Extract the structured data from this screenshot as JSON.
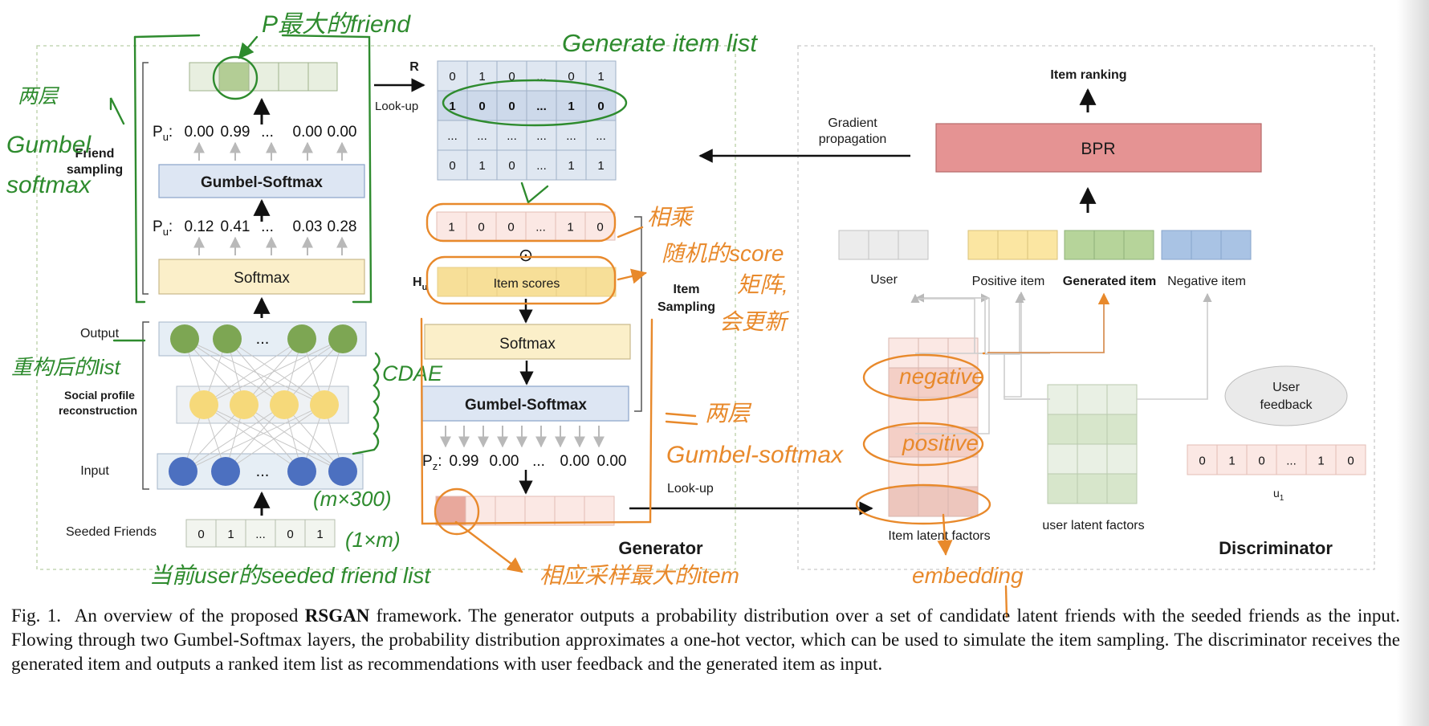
{
  "figure": {
    "generator": {
      "title": "Generator",
      "friend_sampling": "Friend\nsampling",
      "gumbel_softmax_1": "Gumbel-Softmax",
      "softmax_1": "Softmax",
      "pu_label": "P",
      "pu_sub": "u",
      "pu_top_values": [
        "0.00",
        "0.99",
        "...",
        "0.00",
        "0.00"
      ],
      "pu_bottom_values": [
        "0.12",
        "0.41",
        "...",
        "0.03",
        "0.28"
      ],
      "output_label": "Output",
      "reconstruction_label": "Social profile\nreconstruction",
      "input_label": "Input",
      "seeded_label": "Seeded Friends",
      "seeded_values": [
        "0",
        "1",
        "...",
        "0",
        "1"
      ],
      "r_label": "R",
      "lookup_label": "Look-up",
      "r_rows": [
        [
          "0",
          "1",
          "0",
          "...",
          "0",
          "1"
        ],
        [
          "1",
          "0",
          "0",
          "...",
          "1",
          "0"
        ],
        [
          "...",
          "...",
          "...",
          "...",
          "...",
          "..."
        ],
        [
          "0",
          "1",
          "0",
          "...",
          "1",
          "1"
        ]
      ],
      "masked_row": [
        "1",
        "0",
        "0",
        "...",
        "1",
        "0"
      ],
      "odot": "⊙",
      "hu_label": "H",
      "hu_sub": "u",
      "item_scores": "Item scores",
      "item_sampling": "Item\nSampling",
      "softmax_2": "Softmax",
      "gumbel_softmax_2": "Gumbel-Softmax",
      "pz_label": "P",
      "pz_sub": "z",
      "pz_values": [
        "0.99",
        "0.00",
        "...",
        "0.00",
        "0.00"
      ],
      "lookup2_label": "Look-up"
    },
    "discriminator": {
      "title": "Discriminator",
      "gradient": "Gradient\npropagation",
      "item_ranking": "Item ranking",
      "bpr": "BPR",
      "user": "User",
      "positive_item": "Positive item",
      "generated_item": "Generated item",
      "negative_item": "Negative item",
      "item_latent": "Item latent factors",
      "user_latent": "user latent factors",
      "user_feedback": "User\nfeedback",
      "feedback_values": [
        "0",
        "1",
        "0",
        "...",
        "1",
        "0"
      ],
      "u_label": "u",
      "u_sub": "1"
    },
    "annotations_green": {
      "p_max": "P最大的friend",
      "gumbel_twice": "两层\nGumbel\nsoftmax",
      "generate_item_list": "Generate item list",
      "rebuilt_list": "重构后的list",
      "cdae": "CDAE",
      "m300": "(m×300)",
      "m1": "(1×m)",
      "seeded_list": "当前user的seeded friend list"
    },
    "annotations_orange": {
      "multiply": "相乘",
      "score_matrix": "随机的score\n矩阵,\n会更新",
      "gumbel_twice": "两层\nGumbel-softmax",
      "negative": "negative",
      "positive": "positive",
      "embedding": "embedding",
      "sample_max": "相应采样最大的item"
    },
    "colors": {
      "green_ink": "#2e8b2e",
      "orange_ink": "#e8892b",
      "bpr_fill": "#e59393",
      "softmax_fill": "#fbefc9",
      "gumbel_fill": "#dde6f3",
      "node_green": "#7da653",
      "node_yellow": "#f6d97a",
      "node_blue": "#4c70c0",
      "positive_fill": "#fbe6a2",
      "generated_fill": "#b6d49a",
      "negative_fill": "#a9c3e4",
      "user_fill": "#ececec",
      "pink_fill": "#fbe8e4"
    }
  },
  "caption": {
    "fig_label": "Fig. 1.",
    "text_1": "An overview of the proposed ",
    "text_bold": "RSGAN",
    "text_2": " framework. The generator outputs a probability distribution over a set of candidate latent friends with the seeded friends as the input. Flowing through two Gumbel-Softmax layers, the probability distribution approximates a one-hot vector, which can be used to simulate the item sampling. The discriminator receives the generated item and outputs a ranked item list as recommendations with user feedback and the generated item as input."
  }
}
